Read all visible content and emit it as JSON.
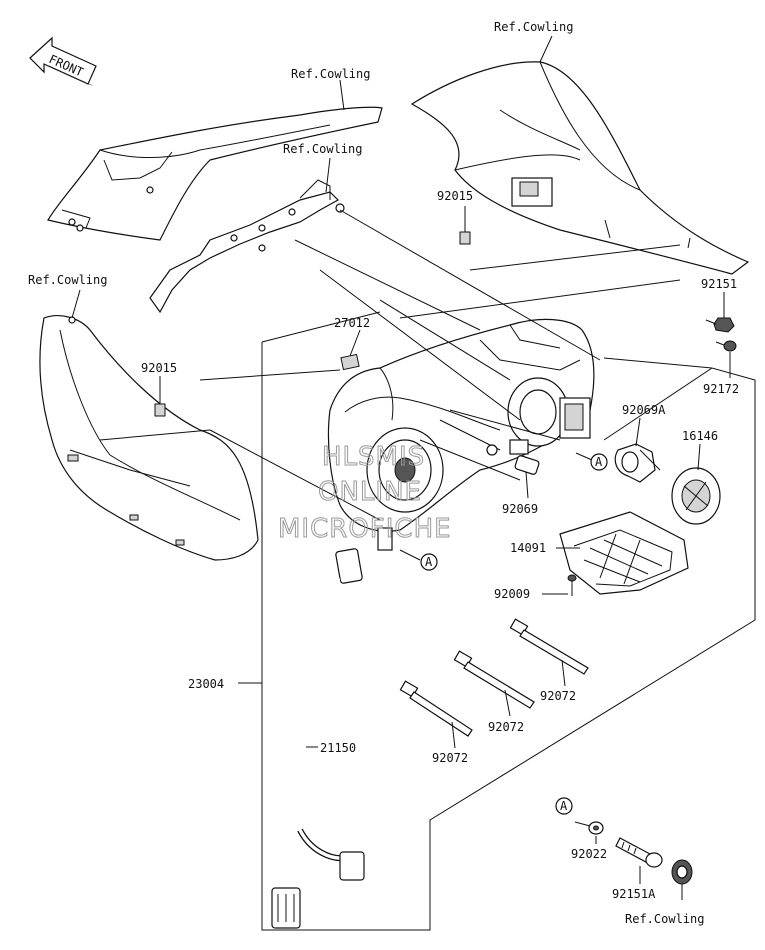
{
  "front_arrow": {
    "label": "FRONT",
    "icon": "front-arrow-icon"
  },
  "watermark": [
    "HLSMIS",
    "ONLINE",
    "MICROFICHE"
  ],
  "labels": {
    "ref_cowling_top_right": "Ref.Cowling",
    "ref_cowling_upper": "Ref.Cowling",
    "ref_cowling_bracket": "Ref.Cowling",
    "ref_cowling_left": "Ref.Cowling",
    "ref_cowling_bottom": "Ref.Cowling",
    "p92015_right": "92015",
    "p92015_left": "92015",
    "p27012": "27012",
    "p92151": "92151",
    "p92172": "92172",
    "p92069A": "92069A",
    "p16146": "16146",
    "p92069": "92069",
    "p14091": "14091",
    "p92009": "92009",
    "p23004": "23004",
    "p21150": "21150",
    "p92072_a": "92072",
    "p92072_b": "92072",
    "p92072_c": "92072",
    "p92022": "92022",
    "p92151A": "92151A"
  },
  "callouts": [
    "A",
    "A",
    "A"
  ]
}
